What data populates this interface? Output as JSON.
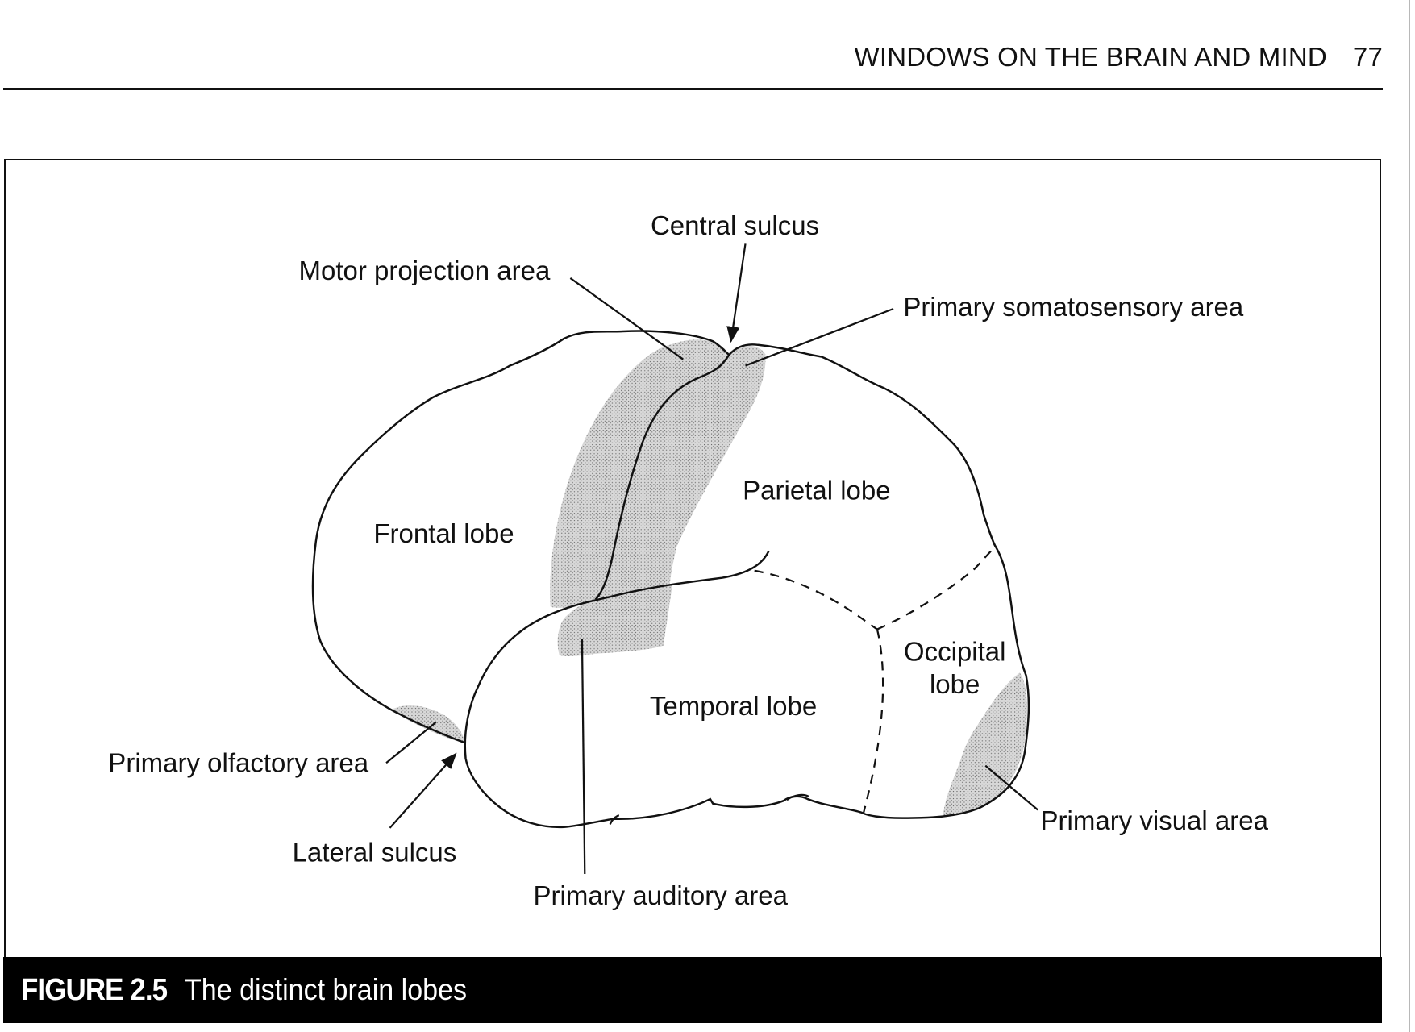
{
  "running_head": {
    "title": "WINDOWS ON THE BRAIN AND MIND",
    "page_number": "77"
  },
  "figure": {
    "number": "FIGURE 2.5",
    "caption": "The distinct brain lobes",
    "lobe_labels": {
      "frontal": "Frontal lobe",
      "parietal": "Parietal lobe",
      "temporal": "Temporal lobe",
      "occipital_line1": "Occipital",
      "occipital_line2": "lobe"
    },
    "callouts": {
      "central_sulcus": "Central sulcus",
      "motor_projection_area": "Motor projection area",
      "primary_somatosensory_area": "Primary somatosensory area",
      "primary_olfactory_area": "Primary olfactory area",
      "lateral_sulcus": "Lateral sulcus",
      "primary_auditory_area": "Primary auditory area",
      "primary_visual_area": "Primary visual area"
    },
    "colors": {
      "outline": "#111111",
      "shaded_area": "#b9b9b9",
      "caption_bar": "#000000",
      "caption_text": "#ffffff"
    }
  }
}
